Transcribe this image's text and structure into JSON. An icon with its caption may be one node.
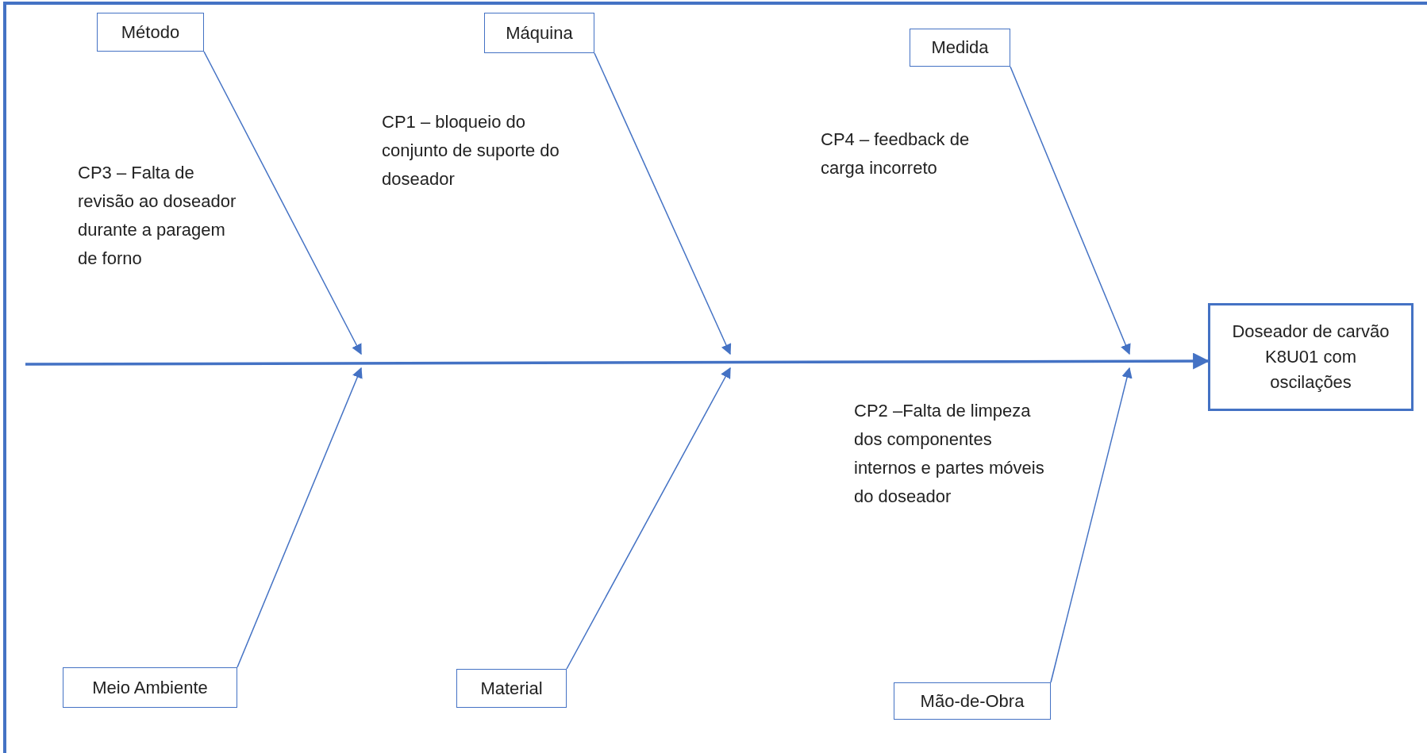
{
  "diagram": {
    "nodes": [
      {
        "text": [
          "Método"
        ]
      },
      {
        "text": [
          "Máquina"
        ]
      },
      {
        "text": [
          "Medida"
        ]
      },
      {
        "text": [
          "Doseador de carvão K8U01 com oscilações"
        ]
      },
      {
        "text": [
          "Meio Ambiente"
        ]
      },
      {
        "text": [
          "Material"
        ]
      },
      {
        "text": [
          "Mão-de-Obra"
        ]
      }
    ],
    "edges": [
      {
        "from": null,
        "to": 3,
        "arrow": "to"
      },
      {
        "from": 0,
        "to": null,
        "arrow": "to"
      },
      {
        "from": 1,
        "to": null,
        "arrow": "to"
      },
      {
        "from": 2,
        "to": null,
        "arrow": "to"
      },
      {
        "from": 4,
        "to": null,
        "arrow": "to"
      },
      {
        "from": 5,
        "to": null,
        "arrow": "to"
      },
      {
        "from": 6,
        "to": null,
        "arrow": "to"
      }
    ],
    "labels": [
      "CP1 – bloqueio do conjunto de suporte do doseador",
      "CP3 – Falta de revisão ao doseador durante a paragem de forno",
      "CP4 – feedback de carga incorreto",
      "CP2 –Falta de limpeza dos componentes internos e partes móveis do doseador"
    ]
  }
}
